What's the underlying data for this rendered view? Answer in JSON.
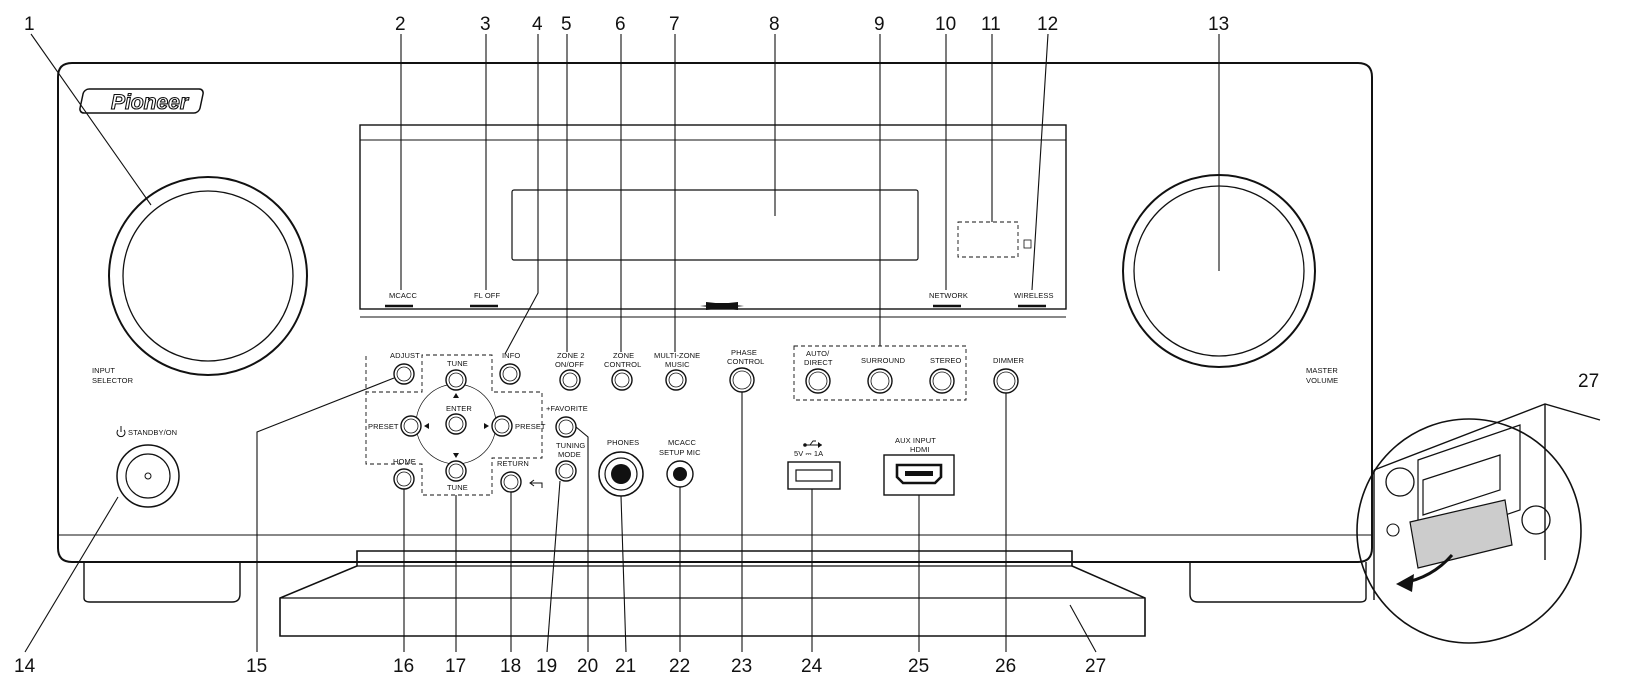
{
  "brand": {
    "logo_text": "Pioneer"
  },
  "callouts": {
    "n1": "1",
    "n2": "2",
    "n3": "3",
    "n4": "4",
    "n5": "5",
    "n6": "6",
    "n7": "7",
    "n8": "8",
    "n9": "9",
    "n10": "10",
    "n11": "11",
    "n12": "12",
    "n13": "13",
    "n14": "14",
    "n15": "15",
    "n16": "16",
    "n17": "17",
    "n18": "18",
    "n19": "19",
    "n20": "20",
    "n21": "21",
    "n22": "22",
    "n23": "23",
    "n24": "24",
    "n25": "25",
    "n26": "26",
    "n27": "27",
    "n27_inset": "27"
  },
  "labels": {
    "mcacc": "MCACC",
    "fl_off": "FL OFF",
    "network": "NETWORK",
    "wireless": "WIRELESS",
    "input_selector_1": "INPUT",
    "input_selector_2": "SELECTOR",
    "master_volume_1": "MASTER",
    "master_volume_2": "VOLUME",
    "standby_on": "STANDBY/ON",
    "adjust": "ADJUST",
    "tune_top": "TUNE",
    "tune_bottom": "TUNE",
    "enter": "ENTER",
    "preset_left": "PRESET",
    "preset_right": "PRESET",
    "home": "HOME",
    "return": "RETURN",
    "info": "INFO",
    "zone2_1": "ZONE 2",
    "zone2_2": "ON/OFF",
    "zone_control_1": "ZONE",
    "zone_control_2": "CONTROL",
    "multi_zone_1": "MULTI-ZONE",
    "multi_zone_2": "MUSIC",
    "favorite": "+FAVORITE",
    "tuning_mode_1": "TUNING",
    "tuning_mode_2": "MODE",
    "phones": "PHONES",
    "mcacc_setup_1": "MCACC",
    "mcacc_setup_2": "SETUP MIC",
    "phase_control_1": "PHASE",
    "phase_control_2": "CONTROL",
    "auto_direct_1": "AUTO/",
    "auto_direct_2": "DIRECT",
    "surround": "SURROUND",
    "stereo": "STEREO",
    "usb_rating": "5V ⎓ 1A",
    "aux_input_1": "AUX INPUT",
    "aux_input_2": "HDMI",
    "dimmer": "DIMMER"
  }
}
